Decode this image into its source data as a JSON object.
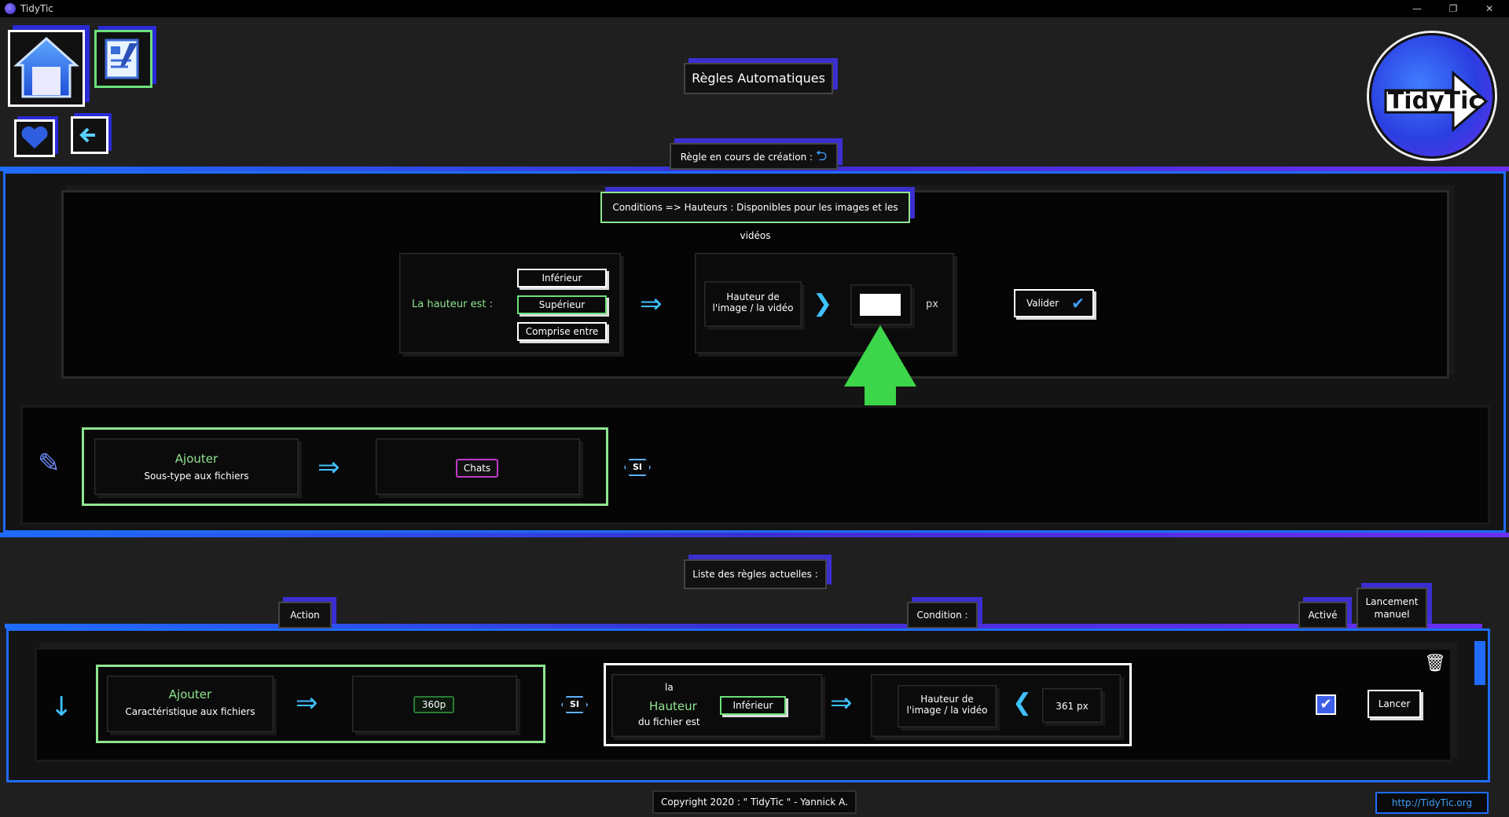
{
  "app": {
    "title": "TidyTic"
  },
  "window": {
    "min": "—",
    "restore": "❐",
    "close": "✕"
  },
  "header": {
    "title": "Règles Automatiques"
  },
  "creation": {
    "label": "Règle en cours de création :",
    "conditions_title": "Conditions => Hauteurs : Disponibles pour les images et les vidéos",
    "height_label": "La hauteur est :",
    "options": [
      "Inférieur",
      "Supérieur",
      "Comprise entre"
    ],
    "selected_option": "Supérieur",
    "measure_label": "Hauteur de l'image / la vidéo",
    "value": "",
    "unit": "px",
    "validate": "Valider",
    "action_title": "Ajouter",
    "action_sub": "Sous-type aux fichiers",
    "action_target": "Chats",
    "si_badge": "SI"
  },
  "list": {
    "title": "Liste des règles actuelles :",
    "col_action": "Action",
    "col_condition": "Condition :",
    "col_active": "Activé",
    "col_manual": "Lancement manuel",
    "rows": [
      {
        "action_title": "Ajouter",
        "action_sub": "Caractéristique aux fichiers",
        "target": "360p",
        "si": "SI",
        "cond_pre": "la",
        "cond_main": "Hauteur",
        "cond_post": "du fichier est",
        "comparator": "Inférieur",
        "measure": "Hauteur de l'image / la vidéo",
        "value": "361 px",
        "launch": "Lancer"
      }
    ]
  },
  "footer": {
    "copyright": "Copyright 2020 : \" TidyTic \" - Yannick A.",
    "url": "http://TidyTic.org"
  },
  "logo": {
    "text": "TidyTic"
  },
  "colors": {
    "accent_blue": "#1f6cff",
    "accent_violet": "#6a2ff0",
    "accent_green": "#6be07a",
    "hint_arrow": "#3dd64a"
  }
}
